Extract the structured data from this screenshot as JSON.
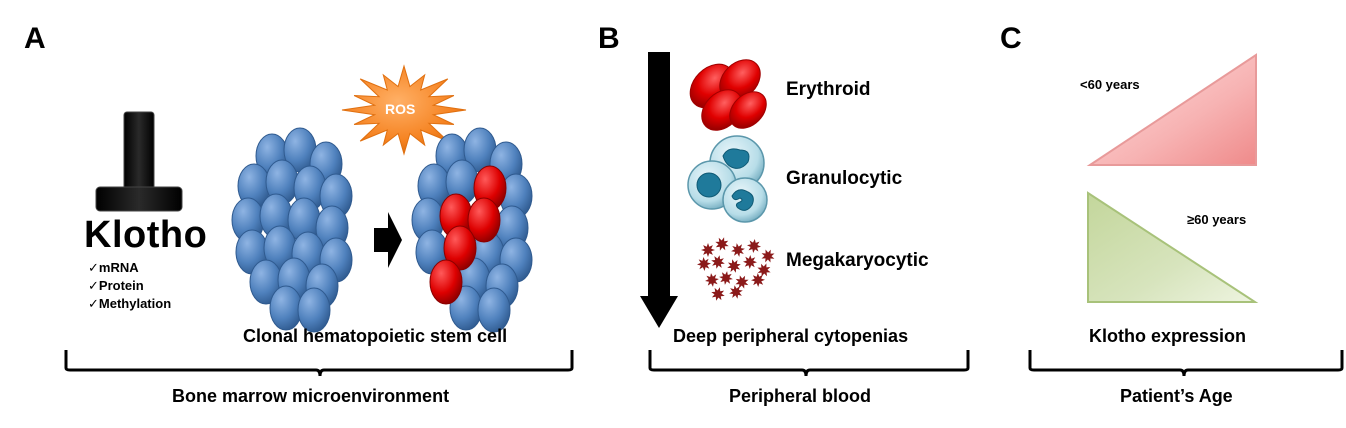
{
  "panels": {
    "a": {
      "letter": "A",
      "gene": "Klotho",
      "checks": [
        "mRNA",
        "Protein",
        "Methylation"
      ],
      "check_mark": "✓",
      "stress": "ROS",
      "cell_label": "Clonal hematopoietic stem cell",
      "bracket_label": "Bone marrow microenvironment"
    },
    "b": {
      "letter": "B",
      "lineages": [
        "Erythroid",
        "Granulocytic",
        "Megakaryocytic"
      ],
      "arrow_label": "Deep peripheral cytopenias",
      "bracket_label": "Peripheral blood"
    },
    "c": {
      "letter": "C",
      "groups": [
        "<60 years",
        "≥60 years"
      ],
      "expression_label": "Klotho expression",
      "bracket_label": "Patient’s Age"
    }
  },
  "colors": {
    "cell_blue": "#4f81bd",
    "clone_red": "#dd0000",
    "ros_orange": "#f58220",
    "granulocyte_light": "#b7dde8",
    "granulocyte_dark": "#1f7a9b",
    "megakaryocyte": "#8b1a1a",
    "young_triangle": "#f4a7a7",
    "old_triangle": "#c3d69b"
  }
}
